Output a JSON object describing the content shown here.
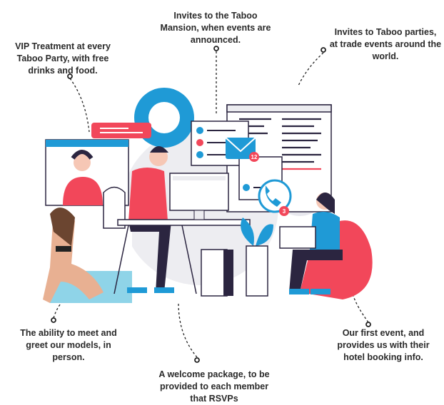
{
  "callouts": [
    {
      "id": "vip",
      "text": "VIP Treatment at every\nTaboo Party, with free\ndrinks and food."
    },
    {
      "id": "mansion",
      "text": "Invites to the Taboo\nMansion, when events are\nannounced."
    },
    {
      "id": "parties",
      "text": "Invites to Taboo parties,\nat trade events around the\nworld."
    },
    {
      "id": "models",
      "text": "The ability to meet and\ngreet our models, in\nperson."
    },
    {
      "id": "welcome",
      "text": "A welcome package, to be\nprovided to each member\nthat RSVPs"
    },
    {
      "id": "first-event",
      "text": "Our first event, and\nprovides us with their\nhotel booking info."
    }
  ],
  "badges": {
    "mail_count": "12",
    "call_count": "3"
  },
  "colors": {
    "accent_red": "#f2475a",
    "accent_blue": "#1f9ad6",
    "dark": "#2b2540",
    "grey": "#ececf0"
  }
}
